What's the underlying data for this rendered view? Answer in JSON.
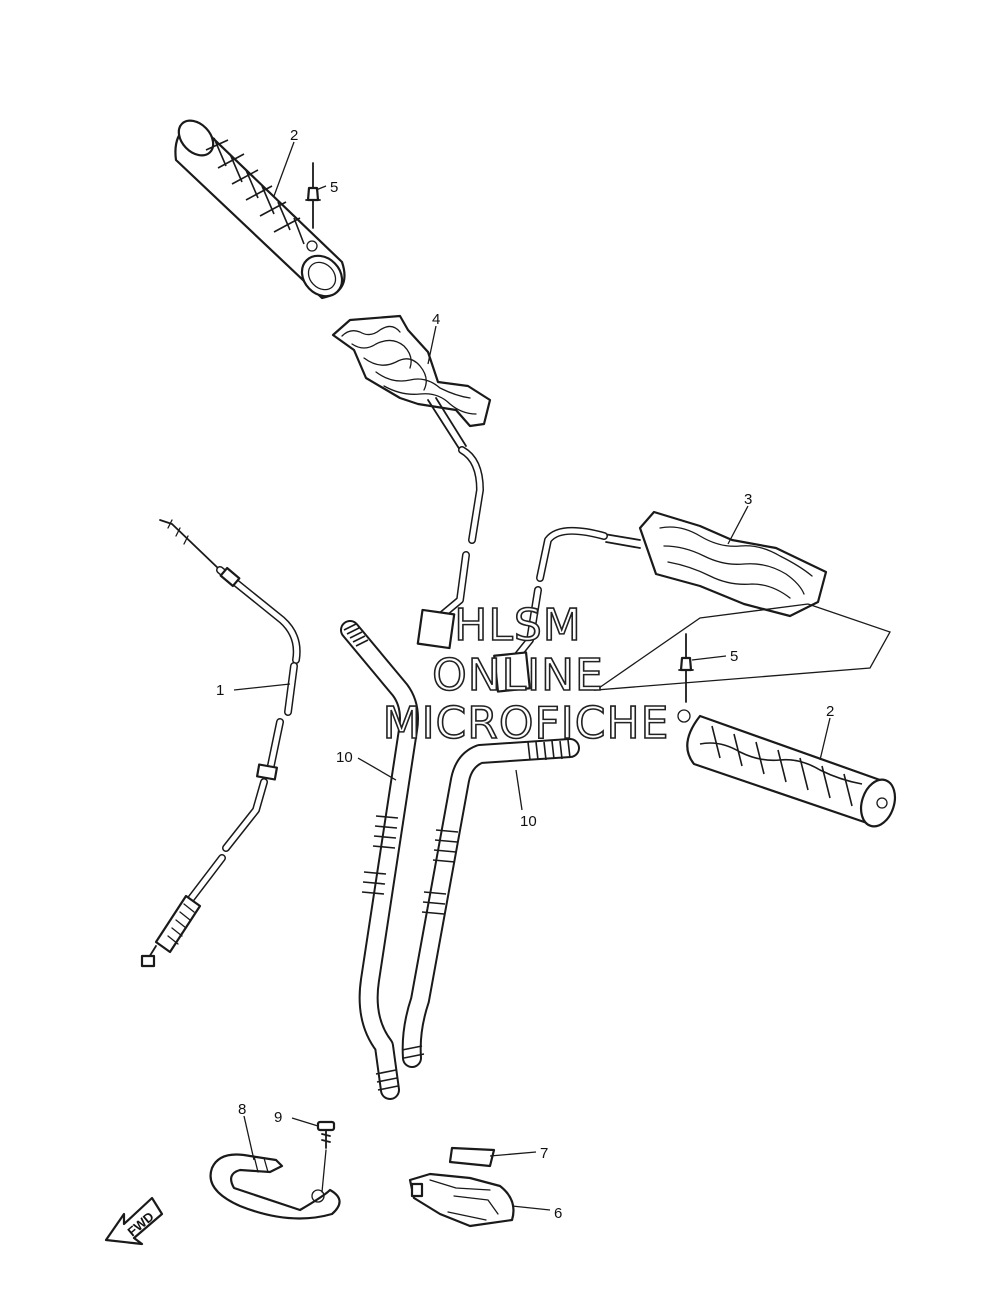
{
  "diagram": {
    "watermark_lines": [
      "HLSM",
      "ONLINE",
      "MICROFICHE"
    ],
    "direction_label": "FWD",
    "callouts": {
      "c1": "1",
      "c2_top": "2",
      "c2_right": "2",
      "c3": "3",
      "c4": "4",
      "c5_top": "5",
      "c5_right": "5",
      "c6": "6",
      "c7": "7",
      "c8": "8",
      "c9": "9",
      "c10_left": "10",
      "c10_right": "10"
    }
  }
}
